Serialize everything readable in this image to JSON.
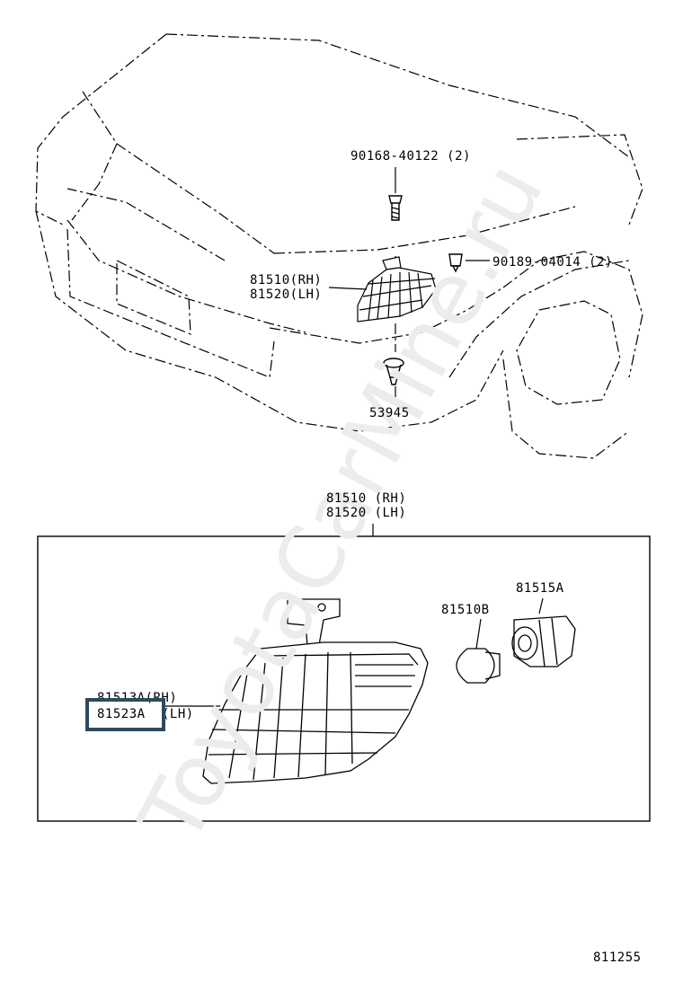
{
  "watermark": "ToyotaCarMine.ru",
  "callouts": {
    "bolt": "90168-40122 (2)",
    "clip_nut": "90189-04014 (2)",
    "lamp_rh": "81510(RH)",
    "lamp_lh": "81520(LH)",
    "clip": "53945",
    "detail_rh": "81510 (RH)",
    "detail_lh": "81520 (LH)",
    "socket": "81515A",
    "bulb": "81510B",
    "lens_rh": "81513A(RH)",
    "lens_lh_num": "81523A",
    "lens_lh_side": "(LH)"
  },
  "highlight_color": "#2e4a5c",
  "figure_number": "811255"
}
